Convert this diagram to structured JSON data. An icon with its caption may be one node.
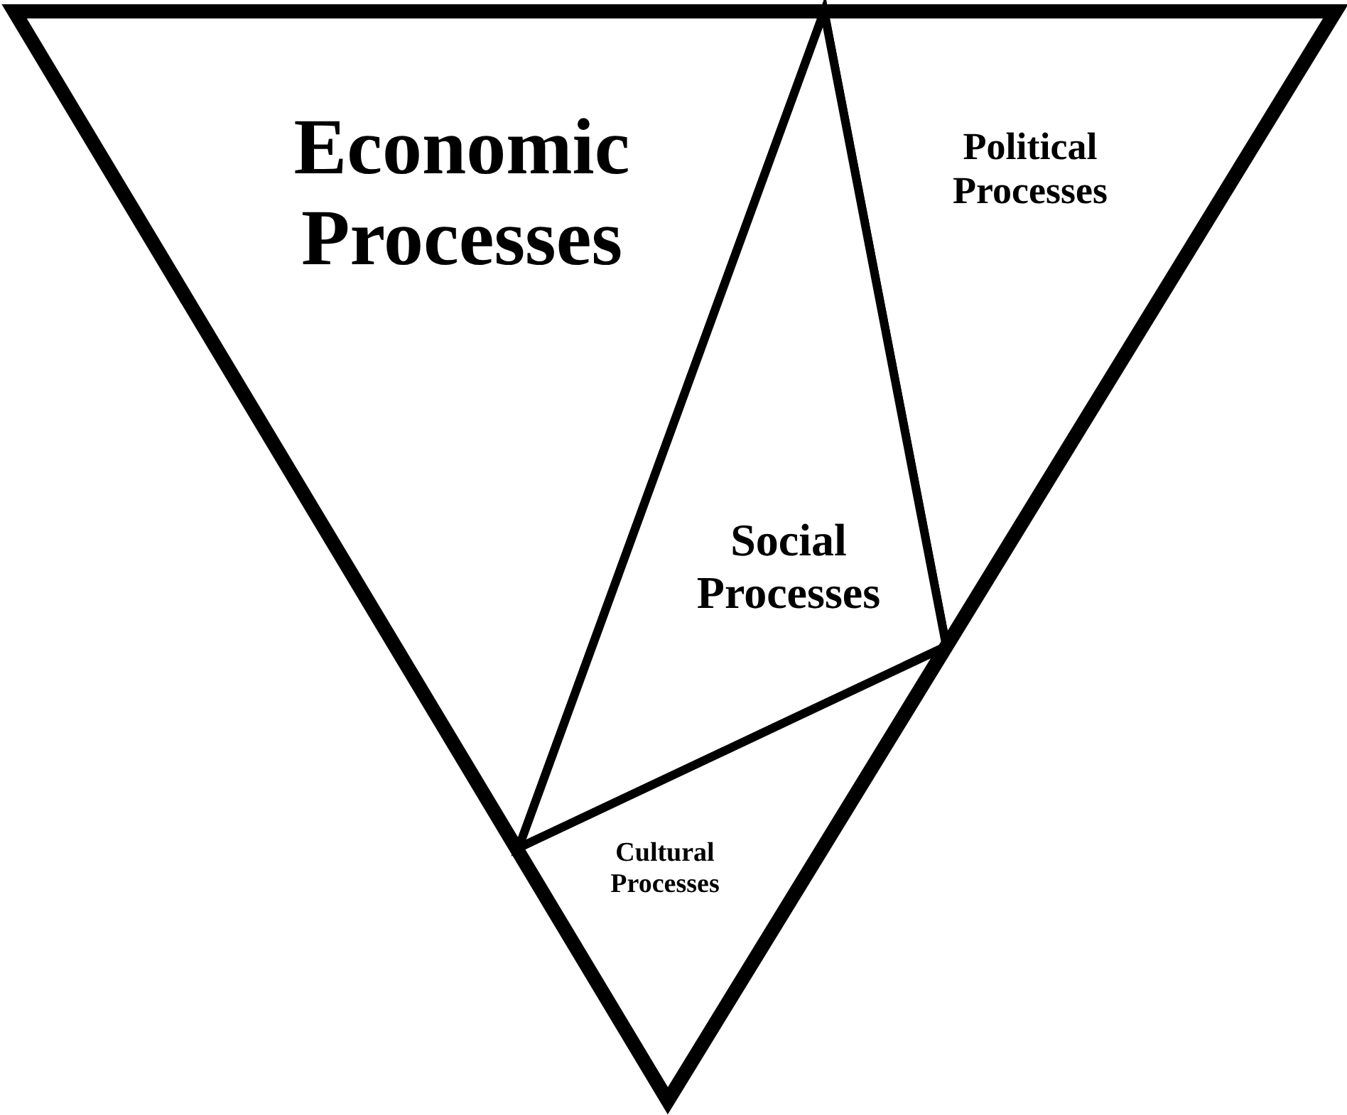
{
  "diagram": {
    "nodes": [
      {
        "text": [
          "Economic Processes"
        ]
      },
      {
        "text": [
          "Political Processes"
        ]
      },
      {
        "text": [
          "Social Processes"
        ]
      },
      {
        "text": [
          "Cultural Processes"
        ]
      }
    ]
  }
}
